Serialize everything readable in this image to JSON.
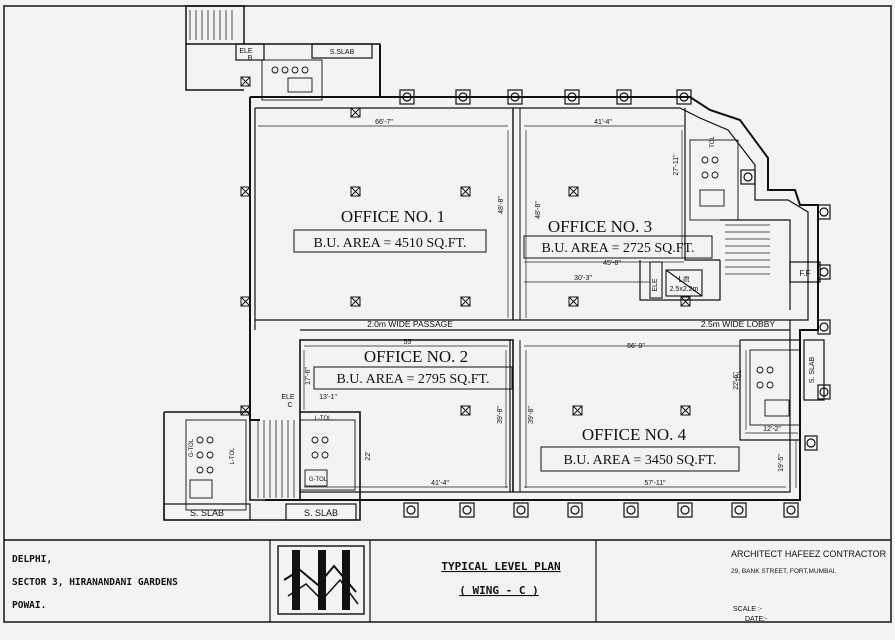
{
  "plan": {
    "offices": [
      {
        "name": "OFFICE NO. 1",
        "area": "B.U. AREA = 4510 SQ.FT."
      },
      {
        "name": "OFFICE NO. 2",
        "area": "B.U. AREA = 2795 SQ.FT."
      },
      {
        "name": "OFFICE NO. 3",
        "area": "B.U. AREA = 2725 SQ.FT."
      },
      {
        "name": "OFFICE NO. 4",
        "area": "B.U. AREA = 3450 SQ.FT."
      }
    ],
    "passage_label": "2.0m WIDE PASSAGE",
    "lobby_label": "2.5m WIDE LOBBY",
    "lift_label": "Lift",
    "lift_size": "2.5x2.2m",
    "ff_label": "F.F",
    "ele_label": "ELE",
    "ele_b": "B",
    "ele_c": "C",
    "sslab_label": "S. SLAB",
    "sslab_top": "S.SLAB",
    "tol_label": "TOL",
    "gtol_label": "G-TOL",
    "ltol_label": "L-TOL",
    "dims": {
      "d1": "66'-7\"",
      "d2": "41'-4\"",
      "d3": "45'-8\"",
      "d4": "30'-3\"",
      "d5": "55'",
      "d6": "56'-9\"",
      "d7": "13'-1\"",
      "d8": "41'-4\"",
      "d9": "57'-11\"",
      "d10": "12'-2\"",
      "v1": "48'-8\"",
      "v2": "48'-8\"",
      "v3": "27'-11\"",
      "v4": "17'-6\"",
      "v5": "39'-8\"",
      "v6": "39'-8\"",
      "v7": "22'-6\"",
      "v8": "19'-5\"",
      "v9": "22'"
    }
  },
  "title_block": {
    "location_lines": [
      "DELPHI,",
      "SECTOR 3, HIRANANDANI GARDENS",
      "POWAI."
    ],
    "drawing_title": "TYPICAL LEVEL PLAN",
    "drawing_subtitle": "( WING - C )",
    "architect": "ARCHITECT HAFEEZ CONTRACTOR",
    "address": "29, BANK STREET, FORT,MUMBAI.",
    "scale_label": "SCALE :-",
    "date_label": "DATE:-"
  }
}
